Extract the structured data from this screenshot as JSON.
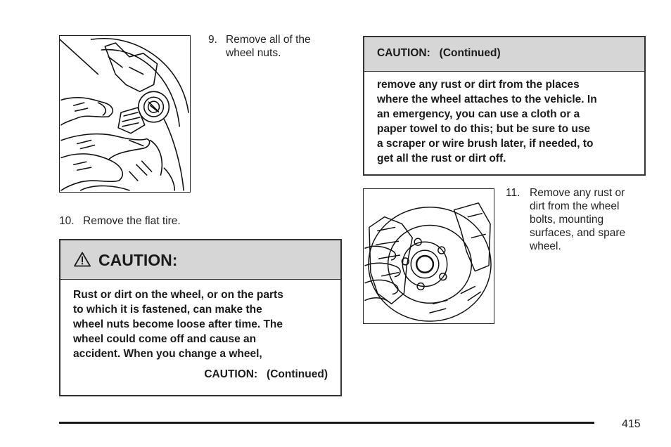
{
  "steps": {
    "step9": {
      "num": "9.",
      "lines": [
        "Remove all of the",
        "wheel nuts."
      ]
    },
    "step10": {
      "num": "10.",
      "text": "Remove the flat tire."
    },
    "step11": {
      "num": "11.",
      "lines": [
        "Remove any rust or",
        "dirt from the wheel",
        "bolts, mounting",
        "surfaces, and spare",
        "wheel."
      ]
    }
  },
  "caution_left": {
    "title": "CAUTION:",
    "icon": "warning-triangle-icon",
    "lines": [
      "Rust or dirt on the wheel, or on the parts",
      "to which it is fastened, can make the",
      "wheel nuts become loose after time. The",
      "wheel could come off and cause an",
      "accident. When you change a wheel,"
    ],
    "continued": "CAUTION:   (Continued)"
  },
  "caution_right": {
    "title": "CAUTION:   (Continued)",
    "lines": [
      "remove any rust or dirt from the places",
      "where the wheel attaches to the vehicle. In",
      "an emergency, you can use a cloth or a",
      "paper towel to do this; but be sure to use",
      "a scraper or wire brush later, if needed, to",
      "get all the rust or dirt off."
    ]
  },
  "footer": {
    "page_number": "415"
  },
  "colors": {
    "caution_header_bg": "#d6d6d6",
    "border": "#333333",
    "rule": "#1a1a1a"
  }
}
